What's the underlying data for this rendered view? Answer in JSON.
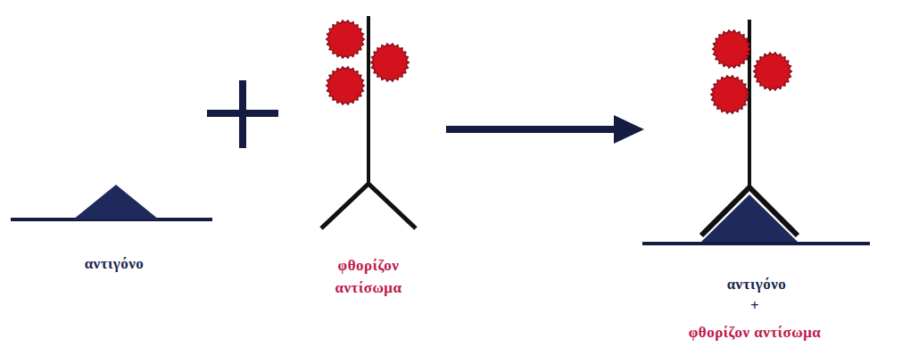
{
  "diagram": {
    "labels": [
      "αντιγόνο",
      "φθορίζον αντίσωμα",
      "αντιγόνο",
      "+",
      "φθορίζον αντίσωμα"
    ]
  }
}
